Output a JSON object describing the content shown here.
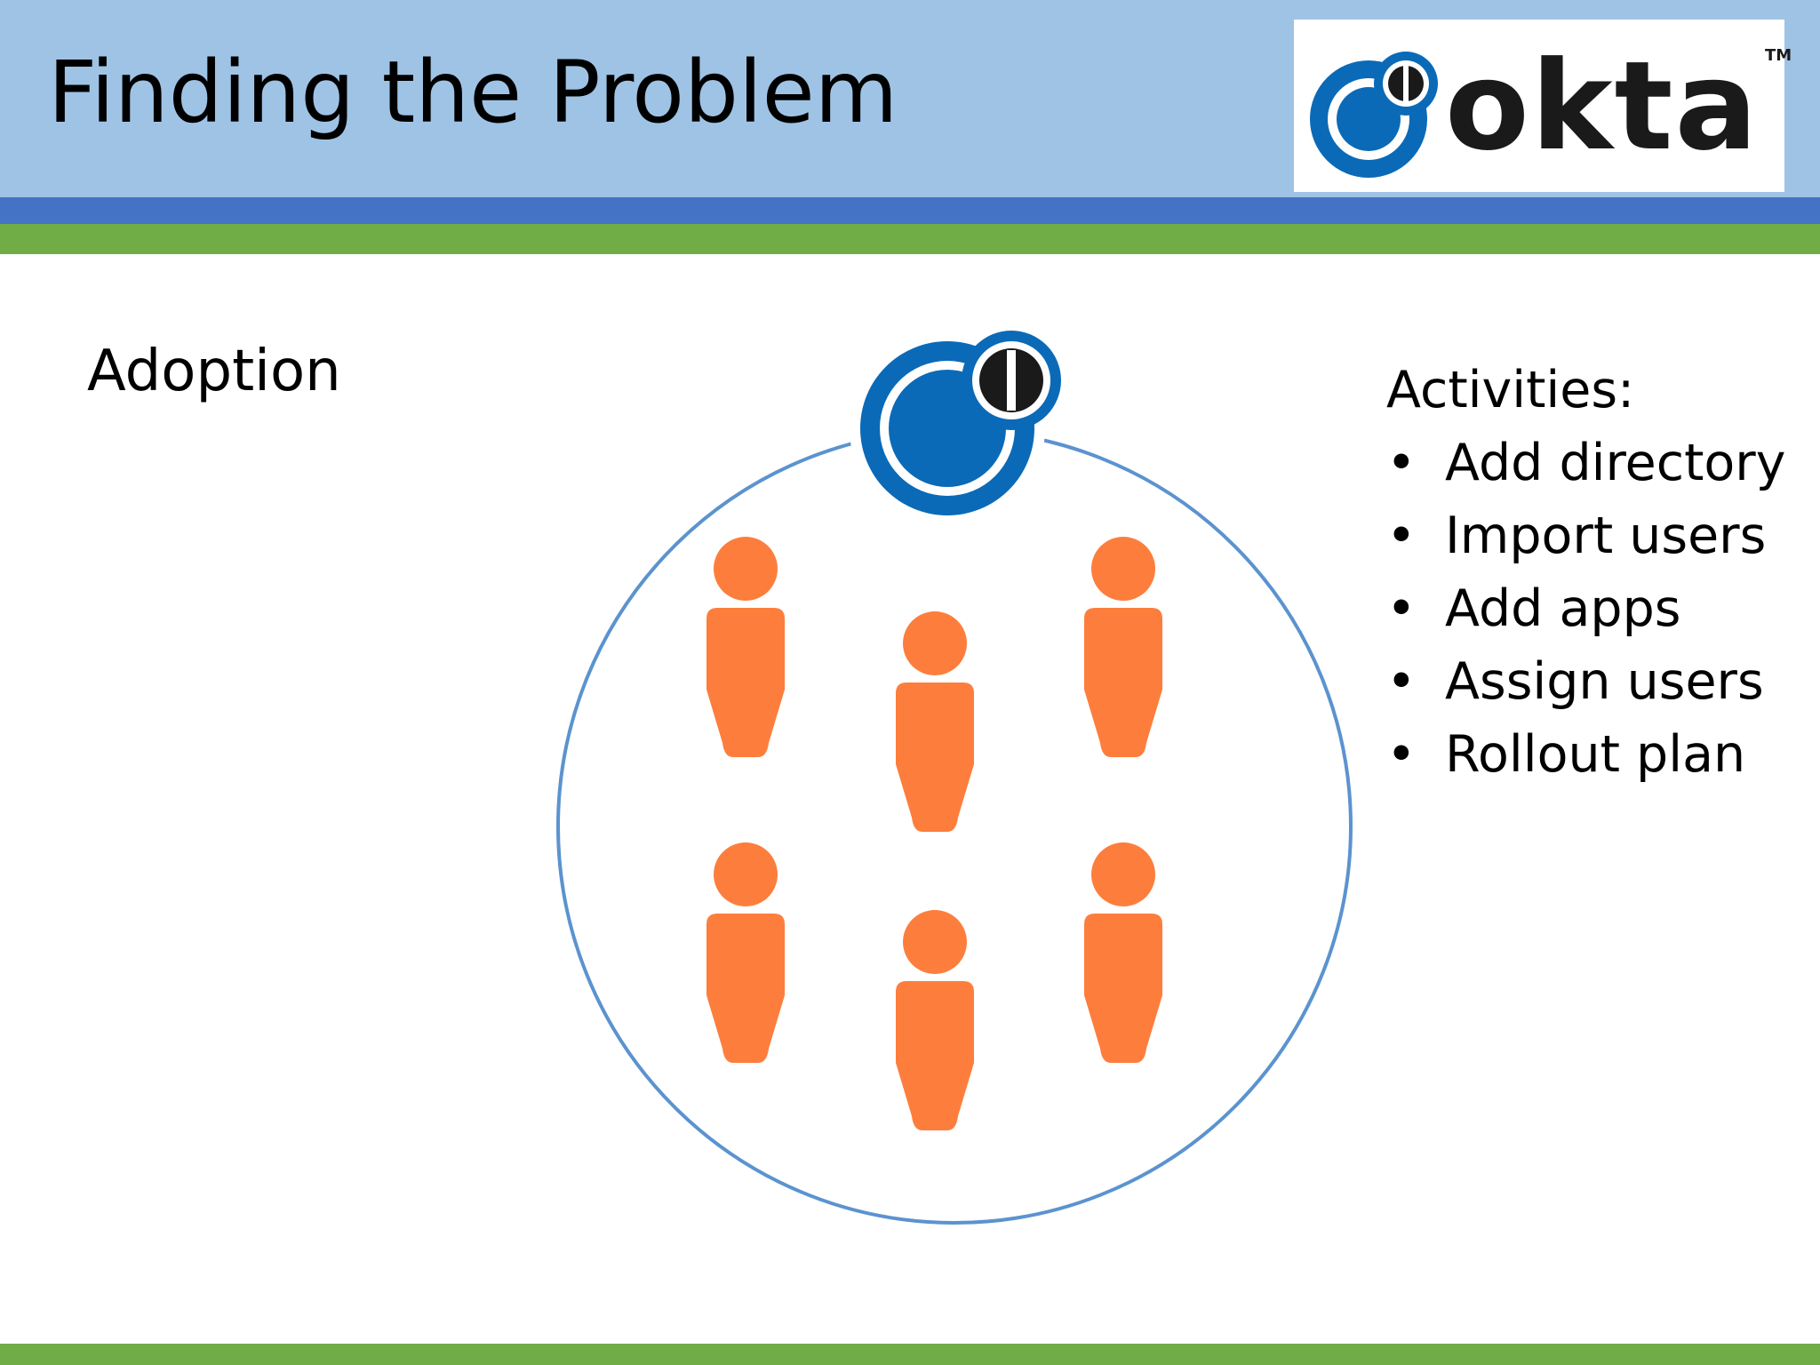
{
  "slide": {
    "title": "Finding the Problem",
    "subtitle": "Adoption"
  },
  "logo": {
    "text": "okta",
    "tm": "TM",
    "icon": "okta-ring-icon"
  },
  "activities": {
    "heading": "Activities:",
    "bullet": "•",
    "items": [
      "Add directory",
      "Import users",
      "Add apps",
      "Assign users",
      "Rollout plan"
    ]
  },
  "diagram": {
    "people_count": 6,
    "icons": [
      "okta-ring-icon",
      "person-icon"
    ]
  },
  "colors": {
    "header_bg": "#9fc3e5",
    "blue_band": "#4472c4",
    "green_band": "#70ad47",
    "person": "#fd7e3c",
    "okta_blue": "#0a6ab7",
    "circle_stroke": "#5b93cf"
  }
}
